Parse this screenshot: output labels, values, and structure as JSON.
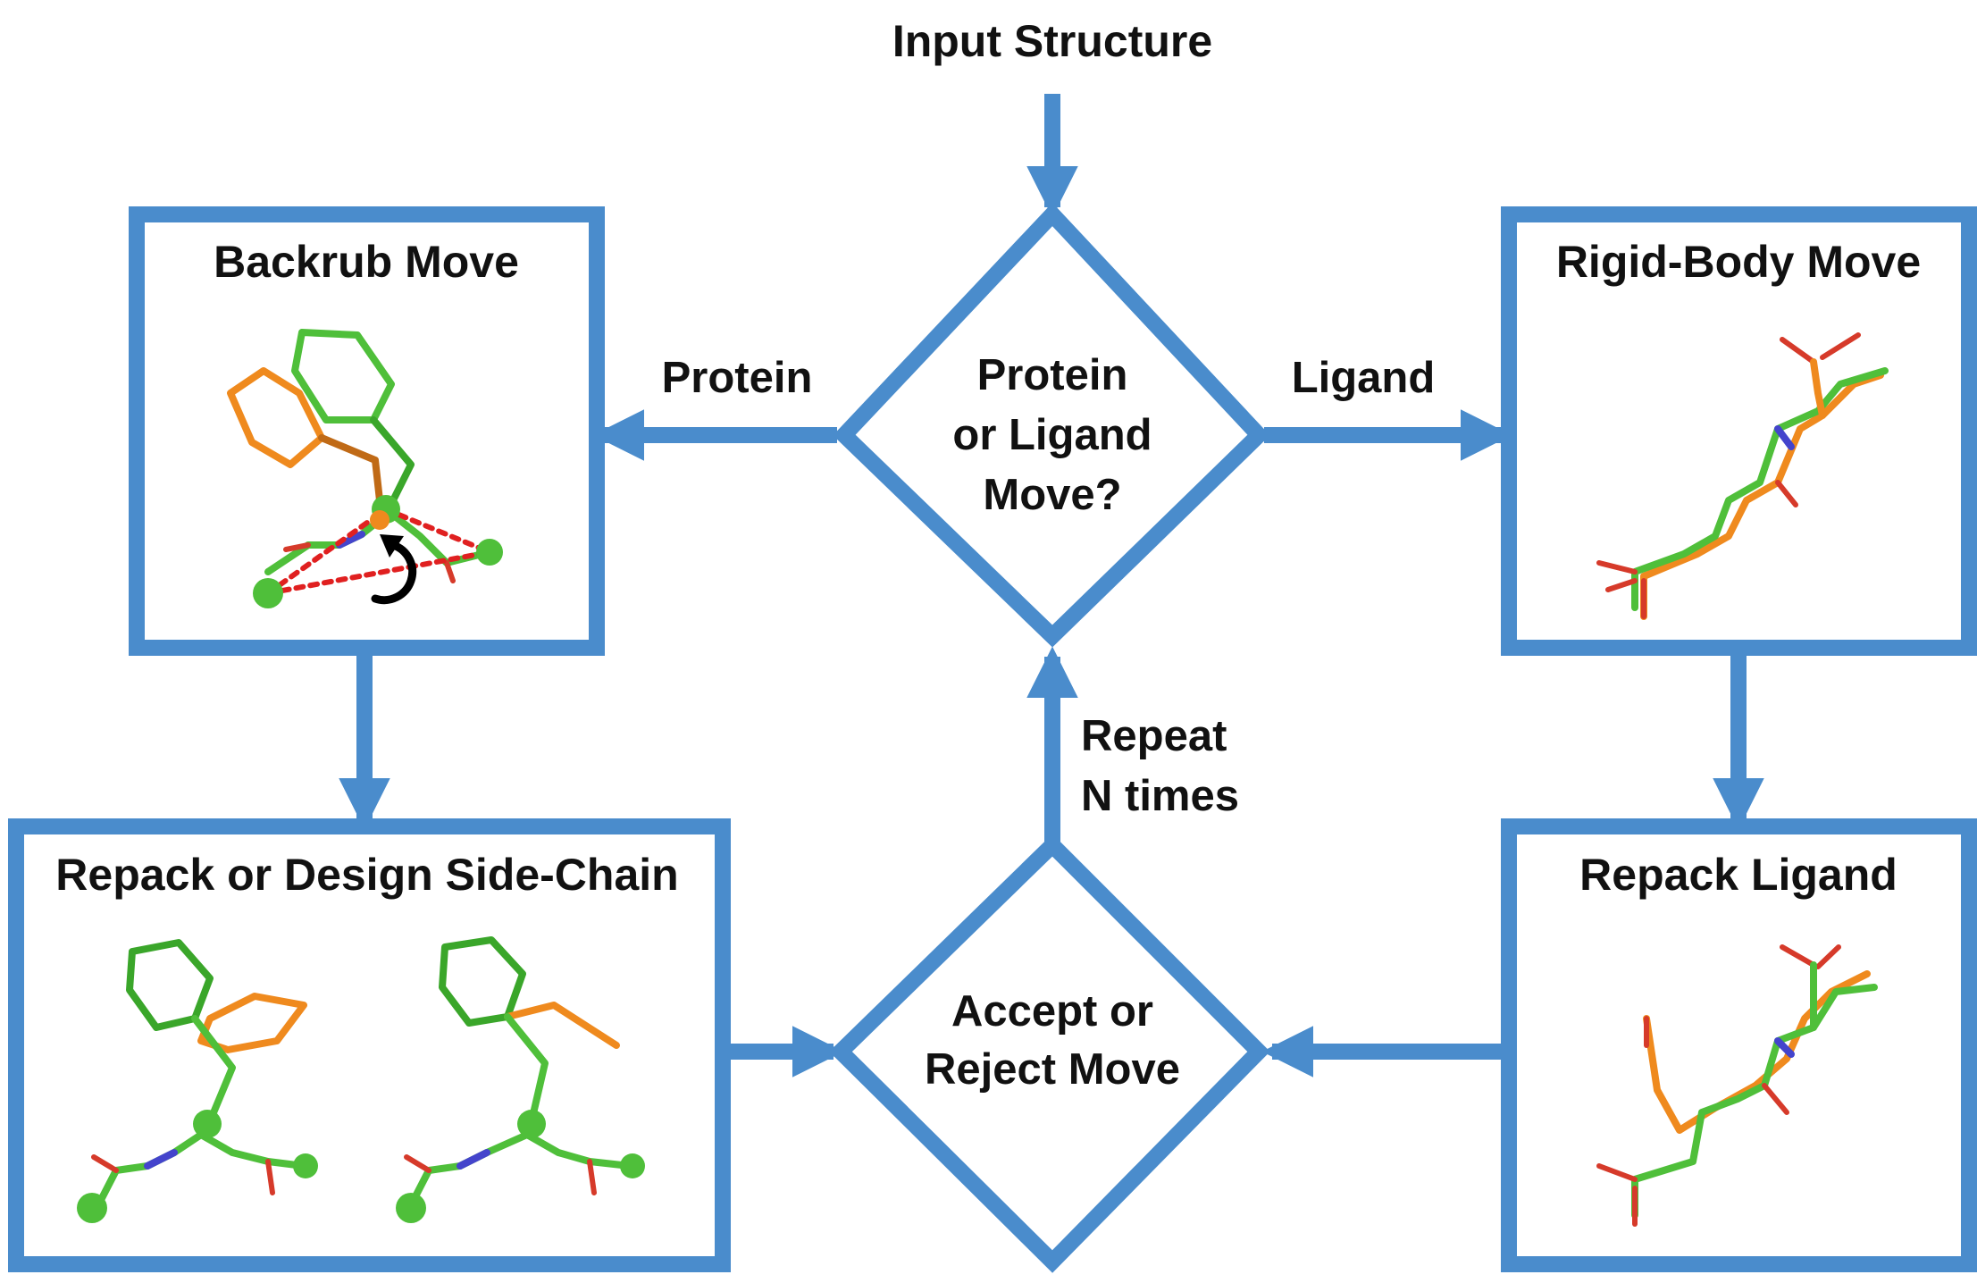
{
  "colors": {
    "flow_blue": "#4a8ccc",
    "carbon_green": "#4fbf3a",
    "carbon_orange": "#ef8a1e",
    "nitrogen_blue": "#4444cc",
    "oxygen_red": "#d63a2a",
    "contact_red": "#e02020",
    "arrow_black": "#000000"
  },
  "start": {
    "label": "Input Structure"
  },
  "decision_move": {
    "lines": [
      "Protein",
      "or Ligand",
      "Move?"
    ]
  },
  "decision_accept": {
    "lines": [
      "Accept or",
      "Reject Move"
    ]
  },
  "branch_labels": {
    "protein": "Protein",
    "ligand": "Ligand"
  },
  "loop_label": {
    "lines": [
      "Repeat",
      "N times"
    ]
  },
  "boxes": {
    "backrub": {
      "title": "Backrub Move",
      "illustration": "backrub-rotation-structure"
    },
    "rigid_body": {
      "title": "Rigid-Body Move",
      "illustration": "ligand-rigid-body-overlay"
    },
    "repack_design": {
      "title": "Repack or Design Side-Chain",
      "illustration": "side-chain-rotamer-overlays"
    },
    "repack_ligand": {
      "title": "Repack Ligand",
      "illustration": "ligand-conformer-overlay"
    }
  }
}
